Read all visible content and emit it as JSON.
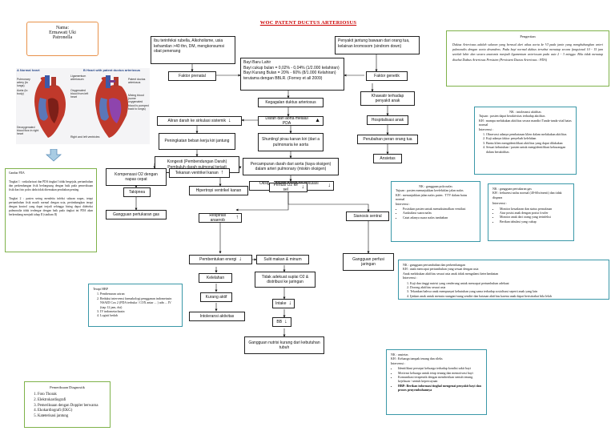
{
  "title": "WOC PATENT DUCTUS ARTERIOSUS",
  "student": {
    "label": "Nama:",
    "name": "Ermawati Uki",
    "name2": "Patronella"
  },
  "heart": {
    "normal_label": "A Normal heart",
    "pda_label": "B Heart with patent ductus arteriosus",
    "labels_left": [
      "Pulmonary artery (to lungs)",
      "Aorta (to body)",
      "Ligamentum arteriosum",
      "Oxygenated blood from left heart",
      "Deoxygenated blood flow in right heart"
    ],
    "labels_right": [
      "Patent ductus arteriosus",
      "Mixing blood (some oxygenated blood is pumped back to lungs)",
      "Right and left ventricles"
    ]
  },
  "boxes": {
    "ibu": "Ibu terinfeksi rubella, Alkoholisme, usia kehamilan >40 thn, DM, mengkonsumsi obat penenang",
    "penyakit": "Penyakit jantung bawaan dari orang tua, kelainan kromosom (sindrom down)",
    "faktor_prenatal": "Faktor prenatal",
    "faktor_genetik": "Faktor genetik",
    "bayi": "Bayi Baru Lahir\nBayi cukup bulan = 0,02% - 0,04% (1/2.000 kelahiran)\nBayi Kurang Bulan = 20% - 60% (8/1.000 Kelahiran) terutama dengan BBLR. (Forney et all 2009)",
    "kegagalan": "Kegagalan duktus arteriosus",
    "khawatir": "Khawatir terhadap penyakit anak",
    "aliran": "Aliran darah ke sirkulasi sistemik",
    "darah_aorta": "Darah dari aorta melalui PDA",
    "hospitalisasi": "Hospitalisasi anak",
    "peningkatan": "Peningkatan beban kerja kiri jantung",
    "shunting": "Shunting/ pirau kanan kiri (dari a pulmonaria ke aorta",
    "perubahan_peran": "Perubahan peran orang tua",
    "ansietas": "Ansietas",
    "kongesti": "Kongesti (Pembendungan Darah) Pembuluh darah pulmonal terjadi",
    "percampuran": "Percampuran darah dari aorta (kaya oksigen) dalam arteri pulmonary (miskin oksigen)",
    "kompensasi": "Kompensasi O2 dengan napas cepat",
    "tekanan": "Tekanan ventrikel kanan",
    "oksigen": "Oksigen dalam darah ke sirkulasi sistemik",
    "takipnea": "Takipnea",
    "hipertropi": "Hipertropi ventrikel kanan",
    "perfusi": "Perfusi O2 ke sel",
    "gangguan_gas": "Gangguan pertukaran gas",
    "respirasi": "Respirasi anaerob",
    "sianosis": "Sianosis sentral",
    "pembentukan": "Pembentukan energi",
    "sulit": "Sulit makan & minum",
    "gangguan_perfusi": "Gangguan perfusi jaringan",
    "kelelahan": "Kelelahan",
    "tidak_adekuat": "Tidak adekuat suplai O2 & distribusi ke jaringan",
    "kurang_aktif": "Kurang aktif",
    "intake": "Intake",
    "bb": "BB",
    "intoleransi": "Intoleransi aktivitas",
    "gangguan_nutrisi": "Gangguan nutrisi kurang dari kebutuhan tubuh"
  },
  "pengertian": {
    "title": "Pengertian",
    "text": "Duktus Arteriosus adalah saluran yang berasal dari atkus aorta ke VI pada janin yang menghubungkan arteri pulmonalis dengan aorta desendens. Pada bayi normal duktus tersebut menutup secara fungsional 10 - 15 jam setelah lahir dan secara anatomis menjadi ligamentum arteriosum pada usia 2 - 3 minggu. Bila tidak menutup disebut Duktus Arteriosus Persisten (Persistent Ductus Arteriosus : PDA)"
  },
  "gambar_pda": {
    "title": "Gambar PDA",
    "tingkat1": "Tingkat 1 : vaskularisasi dan PDA tingkat I tidak bergejala, pertumbuhan dan perkembangan fisik berlangsung dengan baik pada pemeriksaan fisik dan foto polos dada tidak ditemukan perubahan penting",
    "tingkat2": "Tingkat 2 : pasien sering mendeita infeksi saluran napas, tetapi pertumbuhan fisik masih normal dengan usia, pertimbangkan terapi dengan kontrol yang dapat terjadi sehingga bising dapat dideteksi pulmonalia tidak terdengar dengan baik pada tingkat ini PDA akan berkembang menjadi tahap II (stadium II)"
  },
  "intoleransi_nic": {
    "title": "NK : intoleransi aktifitas",
    "tujuan": "Tujuan : pasien dapat beraktivitas terhadap aktifitas",
    "kh": "KH : mampu melakukan aktifitas secara mandiri Tanda-tanda vital batas normal",
    "intervensi": "Intervensi :",
    "items": [
      "Observasi adanya pembatasan klien dalam melakukan aktifitas",
      "Kaji adanya faktor penyebab kelelahan",
      "Bantu klien mengidentifikasi aktifitas yang dapat dilakukan",
      "Sesuai kebutuhan / pasien untuk mengidentifikasi kekurangan dalam beraktifitas"
    ]
  },
  "pola_napas": {
    "title": "NK : gangguan pola nafas",
    "tujuan": "Tujuan : pasien menunjukkan keefektifan jalan nafas",
    "kh": "KH : menunjukkan jalan nafas paten . TTV dalam batas normal",
    "intervensi": "Intervensi :",
    "items": [
      "Posisikan pasien untuk memaksimalkan ventilasi",
      "Auskultasi suara nafas",
      "Catat adanya suara nafas tambahan"
    ]
  },
  "pertukaran_gas": {
    "title": "NK : gangguan pertukaran gas",
    "kh": "KH : frekuensi nafas normal (40-60x/menit) dan tidak dispnea",
    "intervensi": "Intervensi :",
    "items": [
      "Monitor kesadaran dan status pernafasan",
      "Atur posisi anak dengan posisi fowler",
      "Monitor anak dari orang yang terinfeksi",
      "Berikan tabulasi yang cukup"
    ]
  },
  "perfusi_nic": {
    "title": "NK : gangguan pertumbuhan dan perkembangan",
    "kh1": "KH : anak mencapai pertumbuhan yang sesuai dengan usia",
    "kh2": "Anak melakukan aktifitas sesuai usia anak tidak mengalami keterlambatan",
    "intervensi": "Intervensi :",
    "items": [
      "Kaji dan tinggi nutrisi yang cenderung untuk mencapai pertumbuhan adekuat",
      "Dorong aktifitas sesuai usia",
      "Tekankan bahwa anak mempunyai kebutuhan yang sama terhadap sosialisasi seperti anak yang lain",
      "Ijinkan anak untuk menata ruangan/ruang sendiri dan batasan aktifitas karena anak dapat beristirahat bila lelah"
    ]
  },
  "ansietas_nic": {
    "title": "NK : ansietas",
    "kh": "KH : Keluarga tampak tenang dan rileks",
    "intervensi": "Intervensi :",
    "items": [
      "Identifikasi persepsi keluarga terhadap kondisi sakit bayi",
      "Motivasi keluarga untuk tetap tenang dan memotivasi bayi",
      "Komunikasi terapeutik dengan memberikan sentuh tenang kejelasan / sentuh kepercayaan",
      "HBP: Berikan informasi tinghal mengenai penyakit bayi dan proses penyembuhannya"
    ]
  },
  "terapi": {
    "title": "Terapi HBP",
    "items": [
      "Pembenaran cairan",
      "Reduksi intervensi farmakologi pengganan indometasin NSAID Cox 2 (PDA terbuka / COX antar ... ) adn ... IV (tiap 12 jam, dst)",
      "IV indometachazin",
      "Logisti bedah"
    ]
  },
  "pemeriksaan": {
    "title": "Pemeriksaan Diagnostik",
    "items": [
      "Foto Thorak",
      "Elektrokardiografi",
      "Pemeriksaan dengan Doppler berwarna",
      "Ekokardiografi (EKG)",
      "Kateterisasi jantung"
    ]
  }
}
